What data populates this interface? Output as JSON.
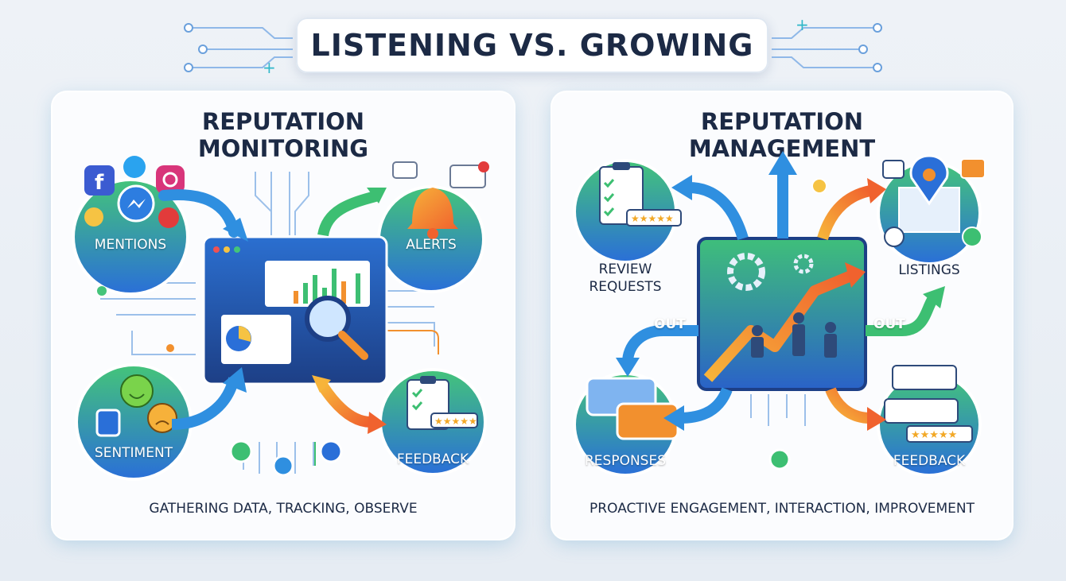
{
  "title": "LISTENING VS. GROWING",
  "left_panel": {
    "title_line1": "REPUTATION",
    "title_line2": "MONITORING",
    "caption": "GATHERING DATA, TRACKING, OBSERVE",
    "nodes": {
      "mentions": "MENTIONS",
      "alerts": "ALERTS",
      "sentiment": "SENTIMENT",
      "feedback": "FEEDBACK"
    }
  },
  "right_panel": {
    "title_line1": "REPUTATION",
    "title_line2": "MANAGEMENT",
    "caption": "PROACTIVE ENGAGEMENT, INTERACTION, IMPROVEMENT",
    "nodes": {
      "review_requests_line1": "REVIEW",
      "review_requests_line2": "REQUESTS",
      "listings": "LISTINGS",
      "responses": "RESPONSES",
      "feedback": "FEEDBACK"
    },
    "flow_labels": {
      "out_left": "OUT",
      "out_right": "OUT"
    }
  },
  "colors": {
    "node_gradient_start": "#3fbf7f",
    "node_gradient_end": "#2a6fd8",
    "arrow_blue": "#2f8fe0",
    "arrow_orange": "#f2902e",
    "arrow_green": "#3dbf72",
    "title_text": "#1c2a45"
  },
  "icons": [
    "facebook-icon",
    "twitter-icon",
    "instagram-icon",
    "messenger-icon",
    "pinterest-icon",
    "bell-icon",
    "chat-bubble-icon",
    "smiley-icon",
    "sad-face-icon",
    "thumbs-up-icon",
    "clipboard-icon",
    "stars-icon",
    "dashboard-icon",
    "magnifier-icon",
    "map-pin-icon",
    "clock-icon",
    "phone-icon",
    "gear-icon",
    "growth-arrow-icon",
    "people-icon"
  ]
}
